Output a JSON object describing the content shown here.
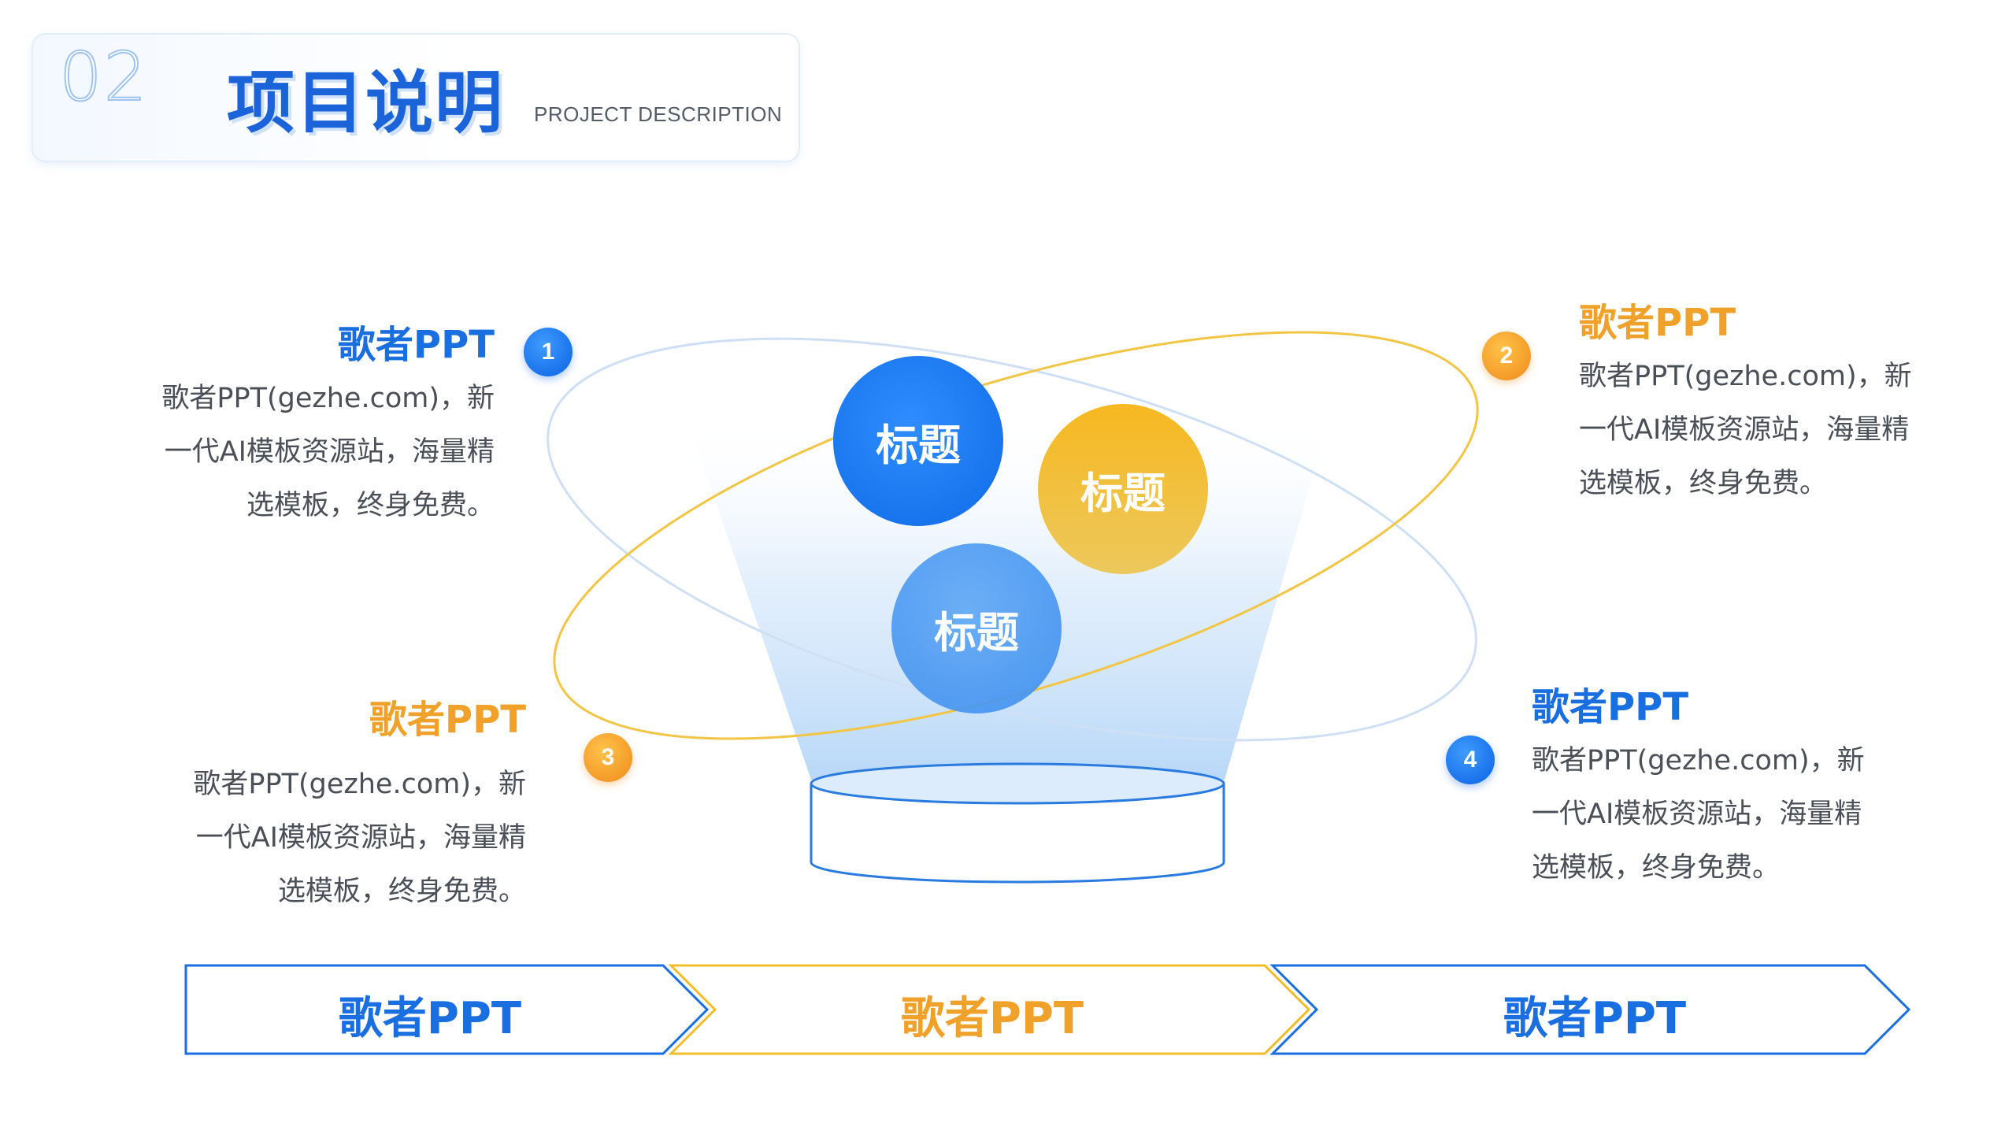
{
  "header": {
    "number": "02",
    "title": "项目说明",
    "subtitle": "PROJECT DESCRIPTION"
  },
  "items": [
    {
      "badge": "1",
      "title": "歌者PPT",
      "lines": [
        "歌者PPT(gezhe.com)，新",
        "一代AI模板资源站，海量精",
        "选模板，终身免费。"
      ]
    },
    {
      "badge": "2",
      "title": "歌者PPT",
      "lines": [
        "歌者PPT(gezhe.com)，新",
        "一代AI模板资源站，海量精",
        "选模板，终身免费。"
      ]
    },
    {
      "badge": "3",
      "title": "歌者PPT",
      "lines": [
        "歌者PPT(gezhe.com)，新",
        "一代AI模板资源站，海量精",
        "选模板，终身免费。"
      ]
    },
    {
      "badge": "4",
      "title": "歌者PPT",
      "lines": [
        "歌者PPT(gezhe.com)，新",
        "一代AI模板资源站，海量精",
        "选模板，终身免费。"
      ]
    }
  ],
  "bubbles": [
    "标题",
    "标题",
    "标题"
  ],
  "arrows": [
    "歌者PPT",
    "歌者PPT",
    "歌者PPT"
  ],
  "colors": {
    "blue": "#1a6fe0",
    "gold": "#f0a12a",
    "text": "#4b4f57"
  }
}
